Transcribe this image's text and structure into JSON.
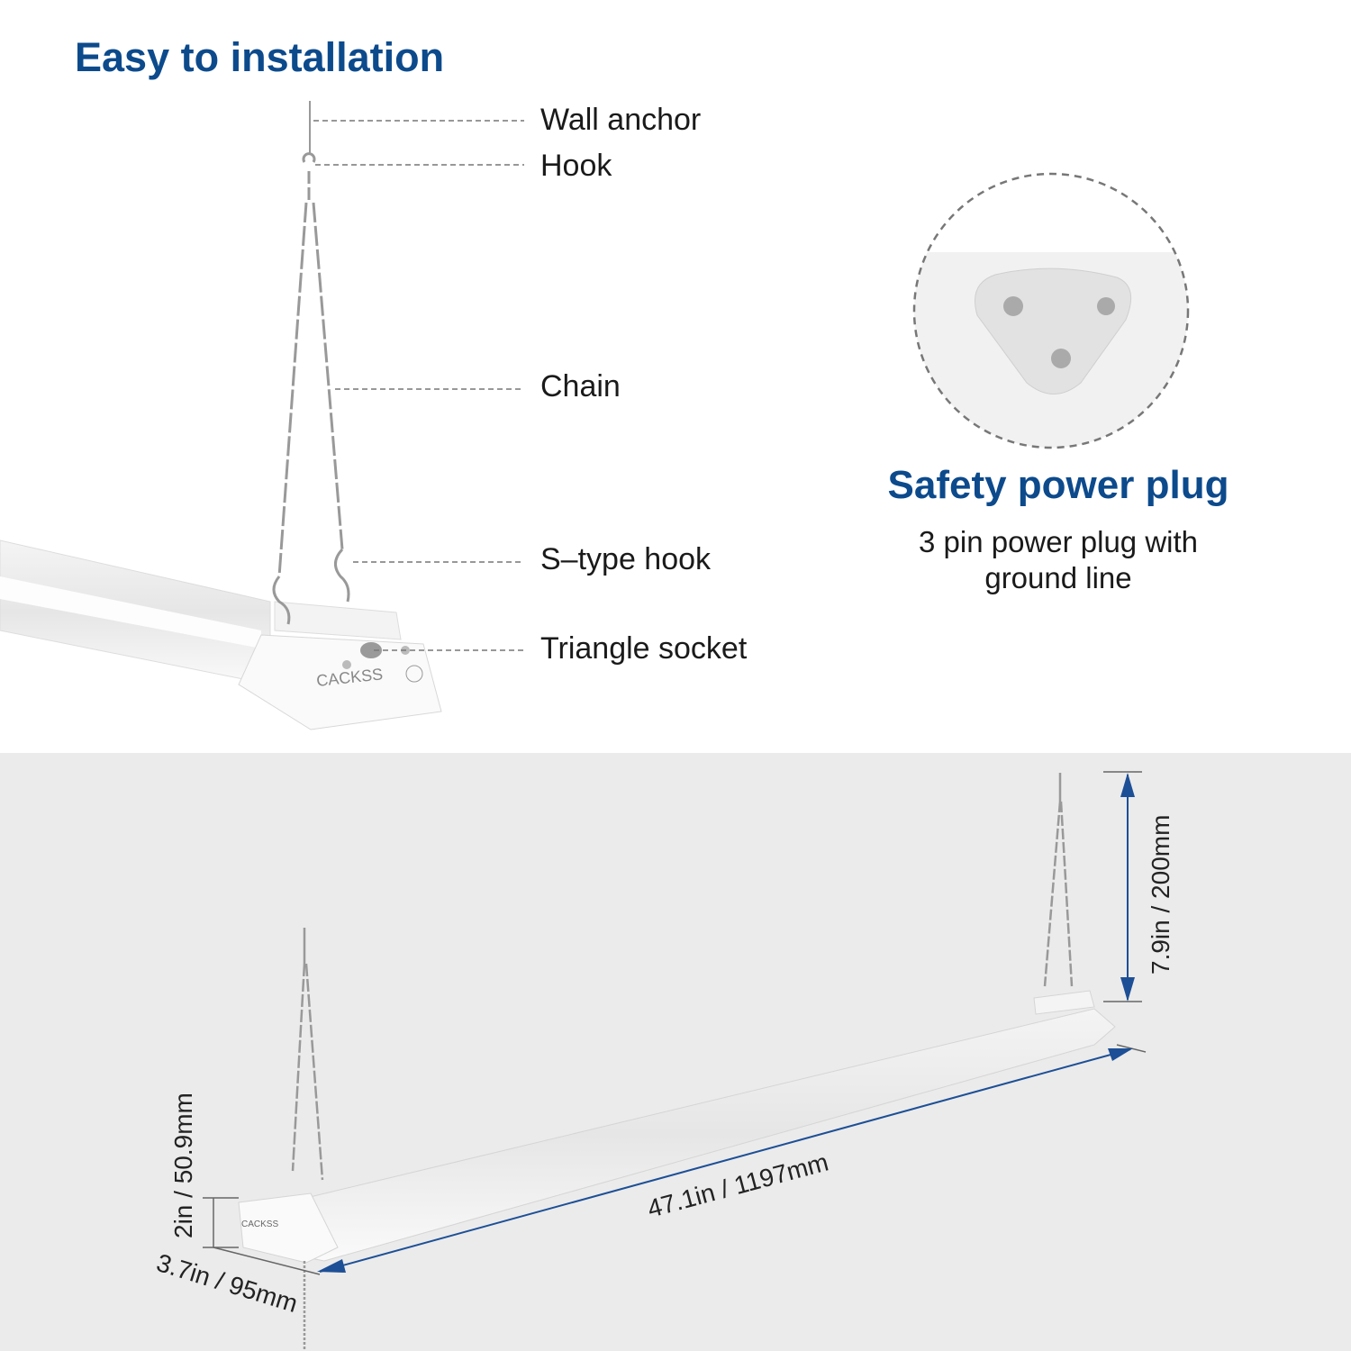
{
  "title": "Easy to installation",
  "callouts": {
    "wall_anchor": "Wall anchor",
    "hook": "Hook",
    "chain": "Chain",
    "s_hook": "S–type hook",
    "triangle_socket": "Triangle socket"
  },
  "plug": {
    "title": "Safety power plug",
    "desc_line1": "3 pin power plug with",
    "desc_line2": "ground line"
  },
  "brand": "CACKSS",
  "dimensions": {
    "length": "47.1in / 1197mm",
    "chain_height": "7.9in / 200mm",
    "height": "2in / 50.9mm",
    "width": "3.7in / 95mm"
  },
  "colors": {
    "accent": "#0c4a8c",
    "bottom_bg": "#ebebeb",
    "arrow": "#1d4f96"
  }
}
